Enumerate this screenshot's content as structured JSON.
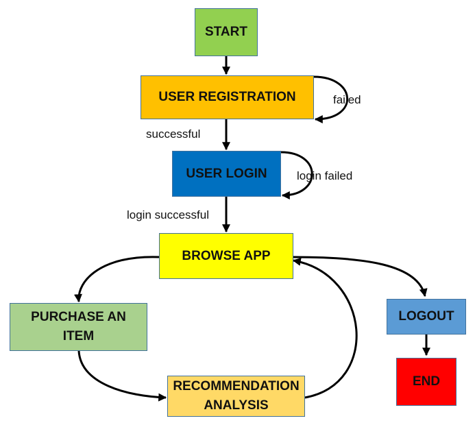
{
  "nodes": {
    "start": {
      "label": "START",
      "color": "#92d050"
    },
    "user_registration": {
      "label": "USER REGISTRATION",
      "color": "#ffc000"
    },
    "user_login": {
      "label": "USER LOGIN",
      "color": "#0070c0"
    },
    "browse_app": {
      "label": "BROWSE APP",
      "color": "#ffff00"
    },
    "purchase_item": {
      "line1": "PURCHASE AN",
      "line2": "ITEM",
      "color": "#a9d18e"
    },
    "recommendation_analysis": {
      "line1": "RECOMMENDATION",
      "line2": "ANALYSIS",
      "color": "#ffd966"
    },
    "logout": {
      "label": "LOGOUT",
      "color": "#5b9bd5"
    },
    "end": {
      "label": "END",
      "color": "#ff0000"
    }
  },
  "edge_labels": {
    "registration_failed": "failed",
    "registration_successful": "successful",
    "login_failed": "login failed",
    "login_successful": "login successful"
  },
  "edges": [
    {
      "from": "START",
      "to": "USER REGISTRATION"
    },
    {
      "from": "USER REGISTRATION",
      "to": "USER REGISTRATION",
      "label": "failed"
    },
    {
      "from": "USER REGISTRATION",
      "to": "USER LOGIN",
      "label": "successful"
    },
    {
      "from": "USER LOGIN",
      "to": "USER LOGIN",
      "label": "login failed"
    },
    {
      "from": "USER LOGIN",
      "to": "BROWSE APP",
      "label": "login successful"
    },
    {
      "from": "BROWSE APP",
      "to": "PURCHASE AN ITEM"
    },
    {
      "from": "PURCHASE AN ITEM",
      "to": "RECOMMENDATION ANALYSIS"
    },
    {
      "from": "RECOMMENDATION ANALYSIS",
      "to": "BROWSE APP"
    },
    {
      "from": "BROWSE APP",
      "to": "LOGOUT"
    },
    {
      "from": "LOGOUT",
      "to": "END"
    }
  ]
}
